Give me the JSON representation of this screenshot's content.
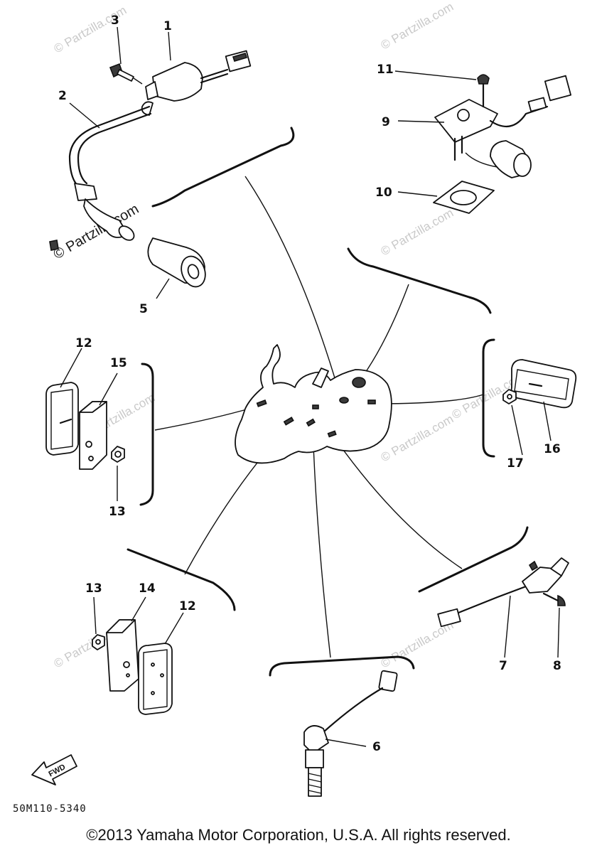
{
  "diagram": {
    "callouts": {
      "c1": "1",
      "c2": "2",
      "c3": "3",
      "c5": "5",
      "c6": "6",
      "c7": "7",
      "c8": "8",
      "c9": "9",
      "c10": "10",
      "c11": "11",
      "c12a": "12",
      "c12b": "12",
      "c13a": "13",
      "c13b": "13",
      "c14": "14",
      "c15": "15",
      "c16": "16",
      "c17": "17"
    },
    "fwd_label": "FWD",
    "part_code": "50M110-5340",
    "watermarks": {
      "w1": "© Partzilla.com",
      "w2": "© Partzilla.com",
      "w3": "© Partzilla.com",
      "w4": "© Partzilla.com",
      "w5": "© Partzilla.com",
      "w6": "© Partzilla.com",
      "w7": "© Partzilla.com",
      "w8": "© Partzilla.com",
      "dark": "© Partzilla.com"
    }
  },
  "copyright": "©2013 Yamaha Motor Corporation, U.S.A. All rights reserved."
}
